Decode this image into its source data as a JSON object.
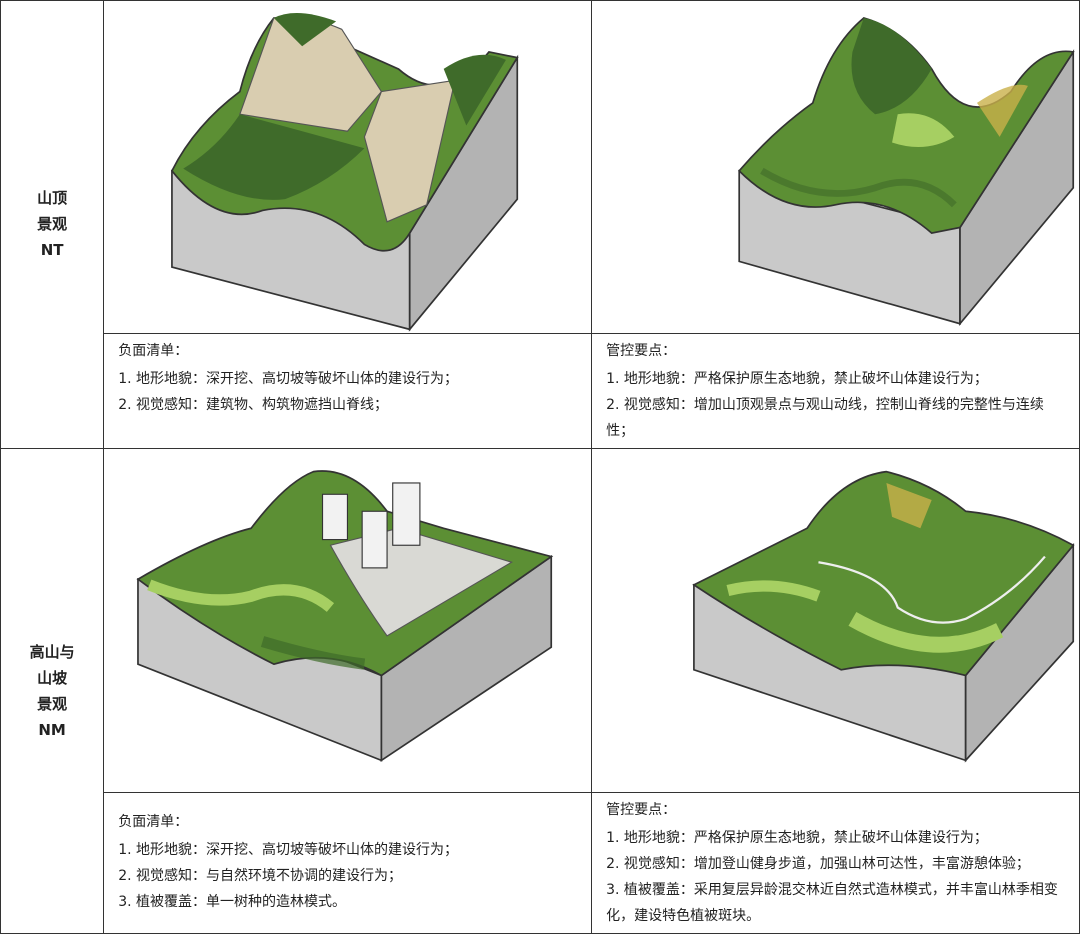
{
  "rows": [
    {
      "label": "山顶\n景观\nNT",
      "negative": {
        "heading": "负面清单：",
        "items": [
          "1. 地形地貌：深开挖、高切坡等破坏山体的建设行为；",
          "2. 视觉感知：建筑物、构筑物遮挡山脊线；"
        ]
      },
      "control": {
        "heading": "管控要点：",
        "items": [
          "1. 地形地貌：严格保护原生态地貌，禁止破坏山体建设行为；",
          "2. 视觉感知：增加山顶观景点与观山动线，控制山脊线的完整性与连续性；"
        ]
      }
    },
    {
      "label": "高山与\n山坡\n景观\nNM",
      "negative": {
        "heading": "负面清单：",
        "items": [
          "1. 地形地貌：深开挖、高切坡等破坏山体的建设行为；",
          "2. 视觉感知：与自然环境不协调的建设行为；",
          "3. 植被覆盖：单一树种的造林模式。"
        ]
      },
      "control": {
        "heading": "管控要点：",
        "items": [
          "1. 地形地貌：严格保护原生态地貌，禁止破坏山体建设行为；",
          "2. 视觉感知：增加登山健身步道，加强山林可达性，丰富游憩体验；",
          "3. 植被覆盖：采用复层异龄混交林近自然式造林模式，并丰富山林季相变化，建设特色植被斑块。"
        ]
      }
    }
  ],
  "colors": {
    "block_side": "#c9c9c9",
    "block_front": "#b3b3b3",
    "forest_dark": "#3f6b2a",
    "forest_mid": "#5c8f34",
    "meadow": "#a6cf62",
    "rock": "#d9cdb0",
    "building": "#f2f2f2",
    "autumn": "#c9b04a"
  }
}
